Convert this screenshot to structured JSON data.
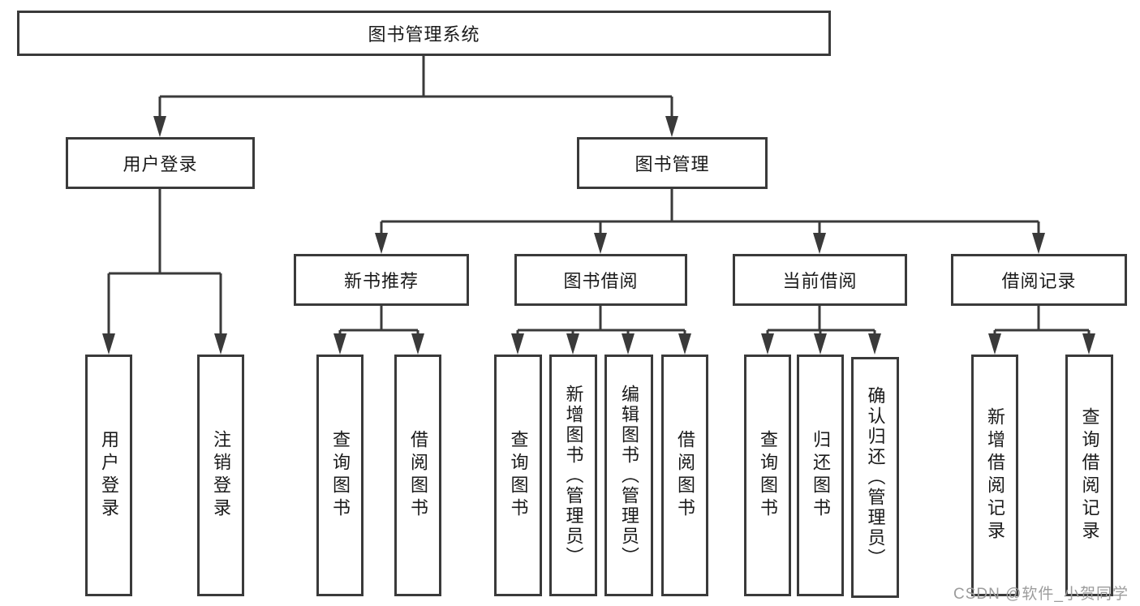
{
  "diagram": {
    "colors": {
      "stroke": "#3a3a3a",
      "text": "#1a1a1a",
      "watermark": "#9c9c9c",
      "background": "#ffffff"
    },
    "nodes": {
      "root": {
        "label": "图书管理系统"
      },
      "user_login": {
        "label": "用户登录"
      },
      "book_management": {
        "label": "图书管理"
      },
      "new_book_recommend": {
        "label": "新书推荐"
      },
      "book_borrowing": {
        "label": "图书借阅"
      },
      "current_borrowing": {
        "label": "当前借阅"
      },
      "borrowing_records": {
        "label": "借阅记录"
      },
      "leaf_user_login": {
        "label": "用户登录"
      },
      "leaf_logout": {
        "label": "注销登录"
      },
      "leaf_nb_query_books": {
        "label": "查询图书"
      },
      "leaf_nb_borrow_books": {
        "label": "借阅图书"
      },
      "leaf_bb_query_books": {
        "label": "查询图书"
      },
      "leaf_bb_add_books": {
        "label": "新增图书（管理员）"
      },
      "leaf_bb_edit_books": {
        "label": "编辑图书（管理员）"
      },
      "leaf_bb_borrow_books": {
        "label": "借阅图书"
      },
      "leaf_cb_query_books": {
        "label": "查询图书"
      },
      "leaf_cb_return_books": {
        "label": "归还图书"
      },
      "leaf_cb_confirm_return": {
        "label": "确认归还（管理员）"
      },
      "leaf_br_add_record": {
        "label": "新增借阅记录"
      },
      "leaf_br_query_record": {
        "label": "查询借阅记录"
      }
    },
    "watermark": "CSDN @软件_小贺同学"
  }
}
